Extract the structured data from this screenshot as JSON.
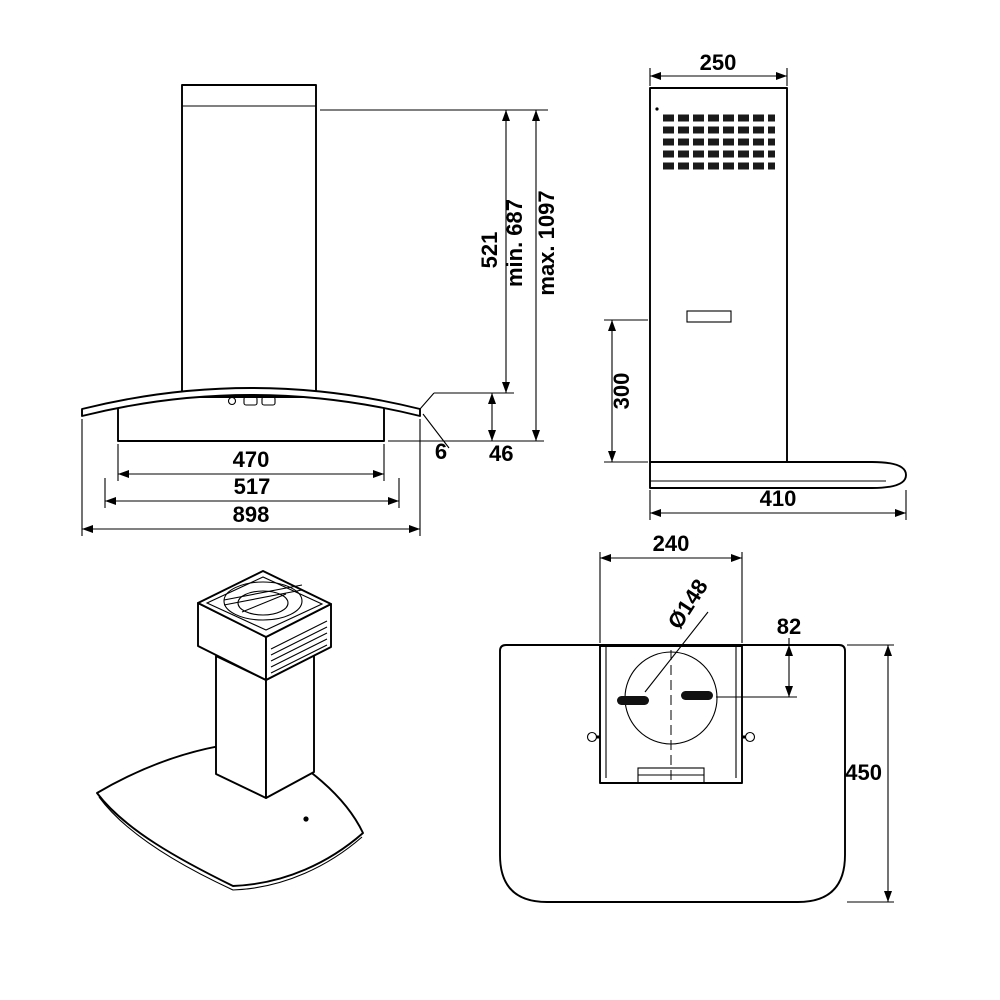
{
  "meta": {
    "background_color": "#ffffff",
    "line_color": "#000000",
    "content": "range hood technical dimension drawing"
  },
  "diagram": {
    "front_view": {
      "dim_duct_height": "521",
      "dim_min_height": "min. 687",
      "dim_max_height": "max. 1097",
      "dim_filter_width": "470",
      "dim_body_width": "517",
      "dim_total_width": "898",
      "dim_glass_thickness": "6",
      "dim_body_height": "46"
    },
    "side_view": {
      "dim_duct_depth": "250",
      "dim_lower_duct_height": "300",
      "dim_base_depth": "410"
    },
    "top_view": {
      "dim_duct_width": "240",
      "dim_outlet_diameter": "Ø148",
      "dim_outlet_offset": "82",
      "dim_panel_depth": "450"
    }
  }
}
